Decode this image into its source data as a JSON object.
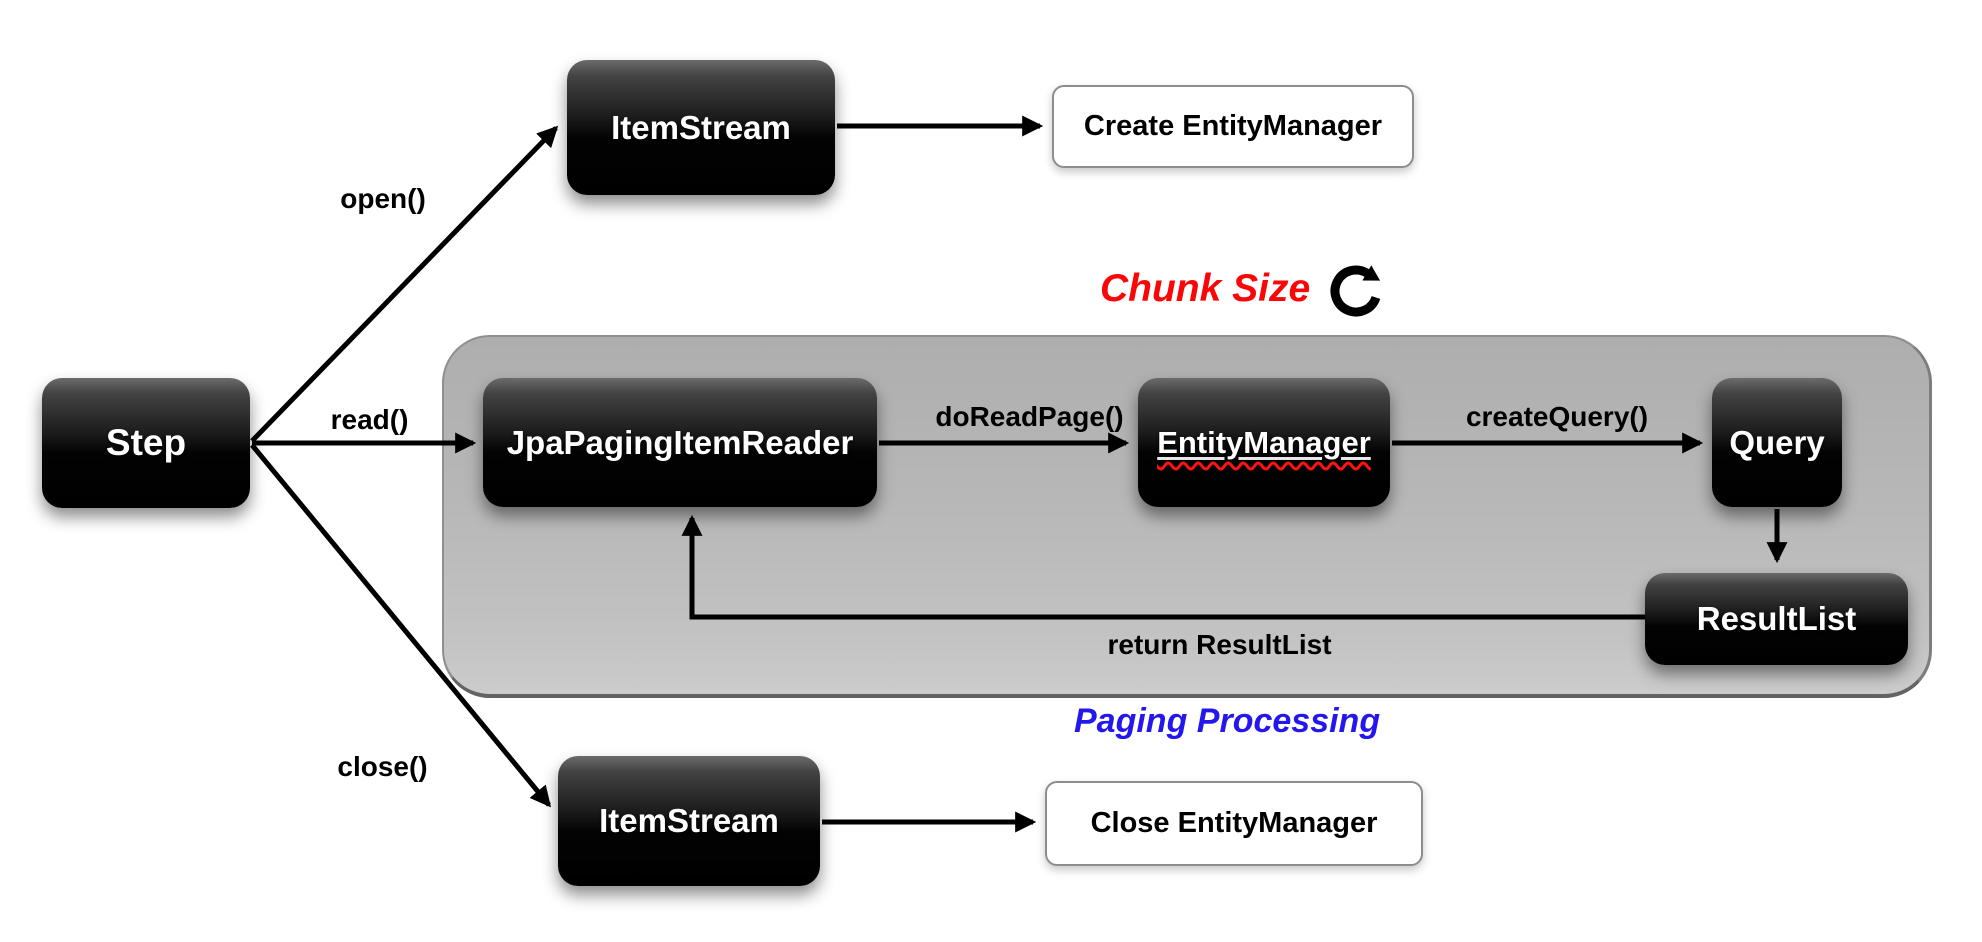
{
  "nodes": {
    "step": "Step",
    "item_stream_top": "ItemStream",
    "create_entity_manager": "Create EntityManager",
    "jpa_paging_item_reader": "JpaPagingItemReader",
    "entity_manager": "EntityManager",
    "query": "Query",
    "result_list": "ResultList",
    "item_stream_bottom": "ItemStream",
    "close_entity_manager": "Close EntityManager"
  },
  "edge_labels": {
    "open": "open()",
    "read": "read()",
    "close": "close()",
    "do_read_page": "doReadPage()",
    "create_query": "createQuery()",
    "return_result_list": "return ResultList"
  },
  "annotations": {
    "chunk_size": "Chunk Size",
    "paging_processing": "Paging Processing"
  },
  "icons": {
    "refresh": "clockwise-refresh-icon"
  },
  "colors": {
    "chunk_size_text": "#f90707",
    "paging_processing_text": "#2417ee",
    "node_fill": "#000000",
    "node_text": "#ffffff",
    "container_fill": "#b7b7b7",
    "arrow": "#000000",
    "white_box_border": "#8d8d8d",
    "spellcheck_squiggle": "#ff1212"
  }
}
